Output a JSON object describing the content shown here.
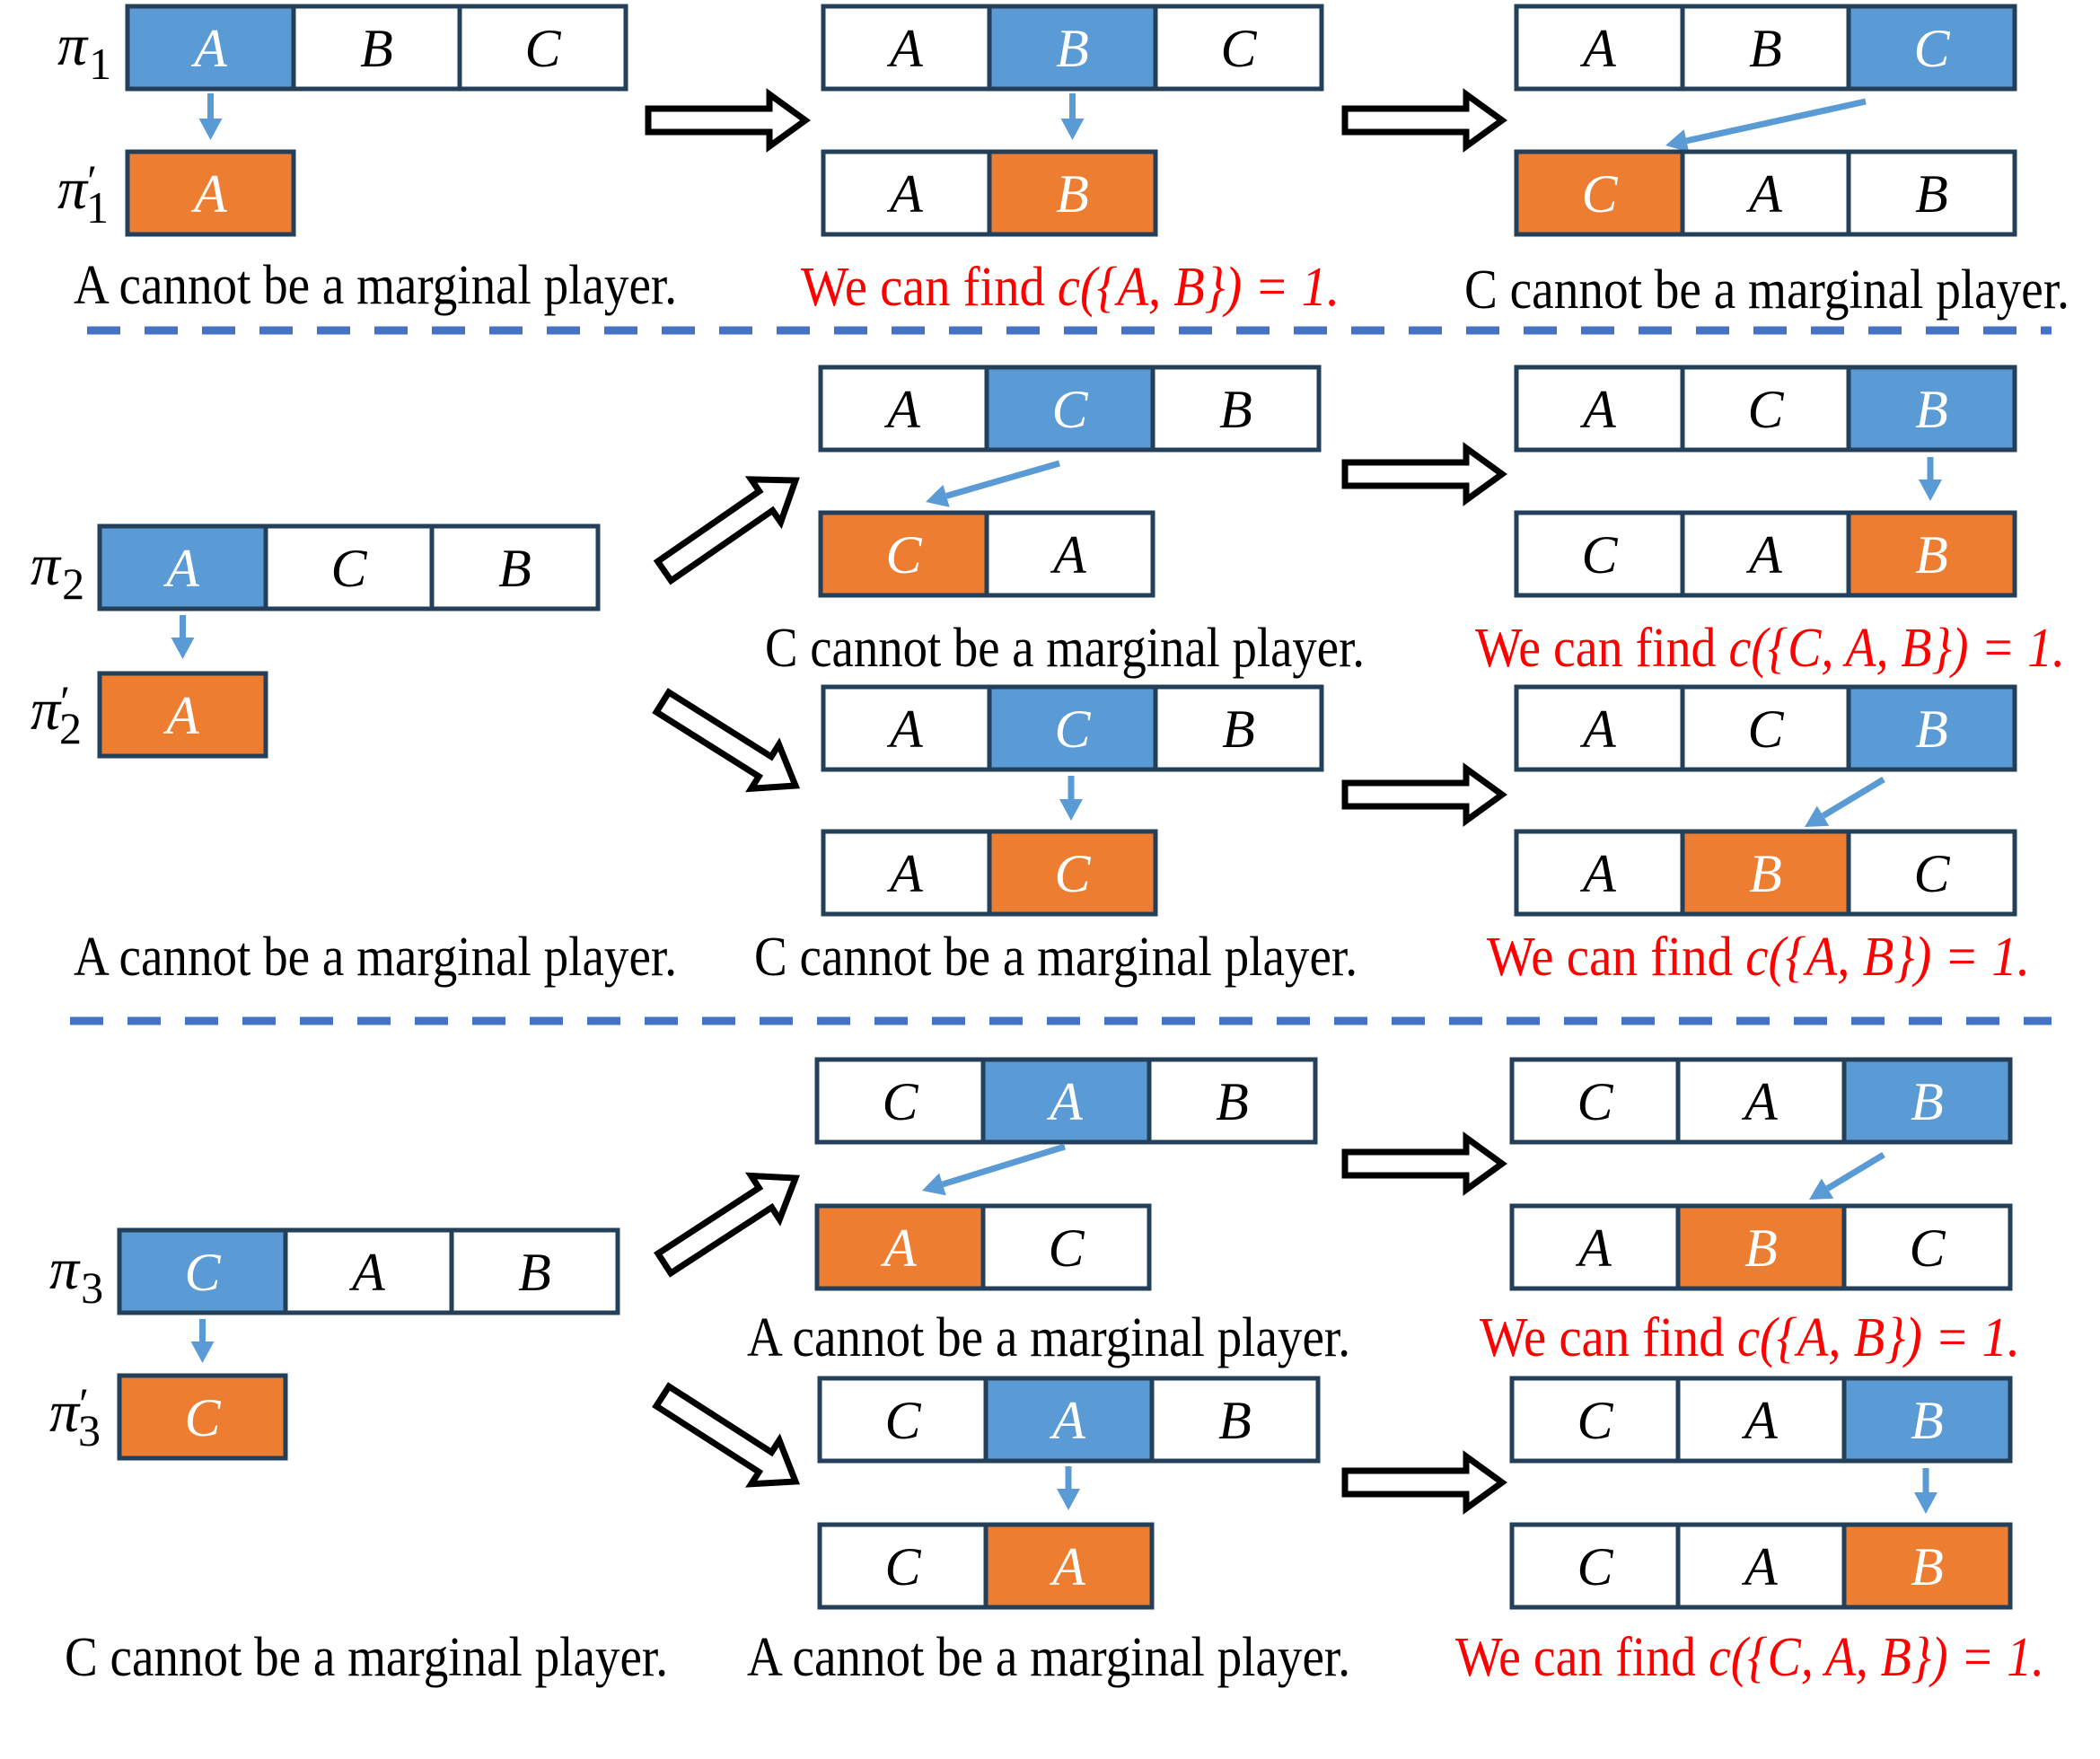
{
  "colors": {
    "selected_blue": "#5B9BD5",
    "result_orange": "#ED7D31",
    "box_border": "#243F5A",
    "separator": "#4472C4",
    "pointer_arrow": "#5B9BD5",
    "flow_arrow": "#000000",
    "highlight_text": "#FF0000",
    "plain_text": "#000000"
  },
  "sections": [
    {
      "id": "section-1",
      "initial": {
        "pi_label": "π",
        "pi_sub": "1",
        "prime_label": "π",
        "prime_sub": "1",
        "prime_mark": "′",
        "order": [
          "A",
          "B",
          "C"
        ],
        "selected_index": 0,
        "result": [
          "A"
        ],
        "result_selected_index": 0,
        "caption": "A cannot be a marginal player."
      },
      "steps": [
        {
          "order": [
            "A",
            "B",
            "C"
          ],
          "selected_index": 1,
          "result": [
            "A",
            "B"
          ],
          "result_selected_index": 1,
          "caption_plain": "We can find ",
          "caption_math": "c({A, B}) = 1.",
          "caption_highlight": true
        },
        {
          "order": [
            "A",
            "B",
            "C"
          ],
          "selected_index": 2,
          "result": [
            "C",
            "A",
            "B"
          ],
          "result_selected_index": 0,
          "caption_plain": "C cannot be a marginal player.",
          "caption_math": "",
          "caption_highlight": false
        }
      ]
    },
    {
      "id": "section-2",
      "initial": {
        "pi_label": "π",
        "pi_sub": "2",
        "prime_label": "π",
        "prime_sub": "2",
        "prime_mark": "′",
        "order": [
          "A",
          "C",
          "B"
        ],
        "selected_index": 0,
        "result": [
          "A"
        ],
        "result_selected_index": 0,
        "caption": "A cannot be a marginal player."
      },
      "branches": [
        {
          "steps": [
            {
              "order": [
                "A",
                "C",
                "B"
              ],
              "selected_index": 1,
              "result": [
                "C",
                "A"
              ],
              "result_selected_index": 0,
              "caption_plain": "C cannot be a marginal player.",
              "caption_math": "",
              "caption_highlight": false
            },
            {
              "order": [
                "A",
                "C",
                "B"
              ],
              "selected_index": 2,
              "result": [
                "C",
                "A",
                "B"
              ],
              "result_selected_index": 2,
              "caption_plain": "We can find ",
              "caption_math": "c({C, A, B}) = 1.",
              "caption_highlight": true
            }
          ]
        },
        {
          "steps": [
            {
              "order": [
                "A",
                "C",
                "B"
              ],
              "selected_index": 1,
              "result": [
                "A",
                "C"
              ],
              "result_selected_index": 1,
              "caption_plain": "C cannot be a marginal player.",
              "caption_math": "",
              "caption_highlight": false
            },
            {
              "order": [
                "A",
                "C",
                "B"
              ],
              "selected_index": 2,
              "result": [
                "A",
                "B",
                "C"
              ],
              "result_selected_index": 1,
              "caption_plain": "We can find ",
              "caption_math": "c({A, B}) = 1.",
              "caption_highlight": true
            }
          ]
        }
      ]
    },
    {
      "id": "section-3",
      "initial": {
        "pi_label": "π",
        "pi_sub": "3",
        "prime_label": "π",
        "prime_sub": "3",
        "prime_mark": "′",
        "order": [
          "C",
          "A",
          "B"
        ],
        "selected_index": 0,
        "result": [
          "C"
        ],
        "result_selected_index": 0,
        "caption": "C cannot be a marginal player."
      },
      "branches": [
        {
          "steps": [
            {
              "order": [
                "C",
                "A",
                "B"
              ],
              "selected_index": 1,
              "result": [
                "A",
                "C"
              ],
              "result_selected_index": 0,
              "caption_plain": "A cannot be a marginal player.",
              "caption_math": "",
              "caption_highlight": false
            },
            {
              "order": [
                "C",
                "A",
                "B"
              ],
              "selected_index": 2,
              "result": [
                "A",
                "B",
                "C"
              ],
              "result_selected_index": 1,
              "caption_plain": "We can find ",
              "caption_math": "c({A, B}) = 1.",
              "caption_highlight": true
            }
          ]
        },
        {
          "steps": [
            {
              "order": [
                "C",
                "A",
                "B"
              ],
              "selected_index": 1,
              "result": [
                "C",
                "A"
              ],
              "result_selected_index": 1,
              "caption_plain": "A cannot be a marginal player.",
              "caption_math": "",
              "caption_highlight": false
            },
            {
              "order": [
                "C",
                "A",
                "B"
              ],
              "selected_index": 2,
              "result": [
                "C",
                "A",
                "B"
              ],
              "result_selected_index": 2,
              "caption_plain": "We can find ",
              "caption_math": "c({C, A, B}) = 1.",
              "caption_highlight": true
            }
          ]
        }
      ]
    }
  ]
}
